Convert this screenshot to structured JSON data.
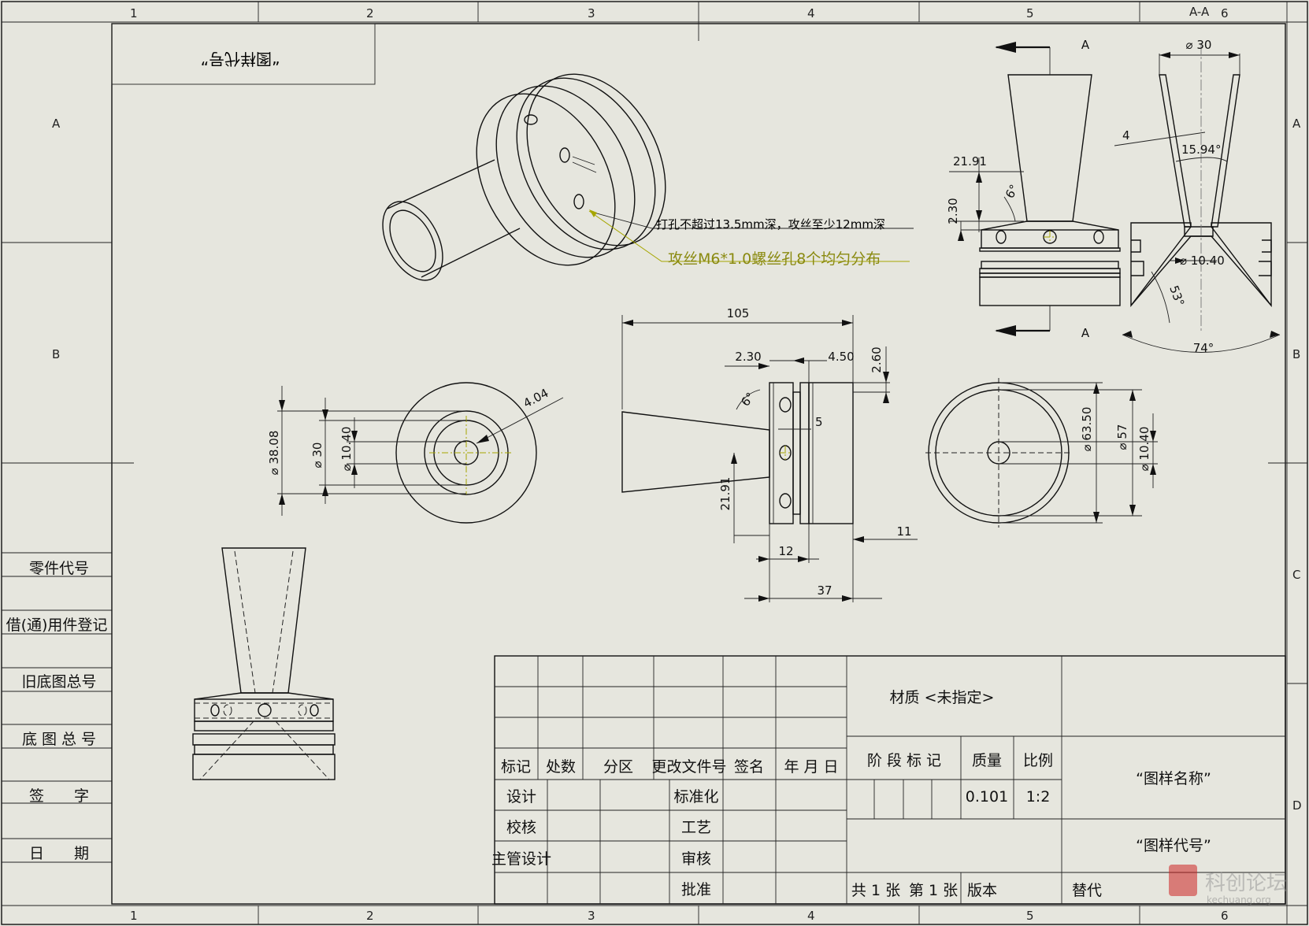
{
  "zones": {
    "columns": [
      "1",
      "2",
      "3",
      "4",
      "5",
      "6"
    ],
    "rows": [
      "A",
      "B",
      "C",
      "D"
    ],
    "section_label": "A-A"
  },
  "stamp_box": {
    "text": "“图样代号”"
  },
  "left_strip": {
    "labels": [
      "零件代号",
      "借(通)用件登记",
      "旧底图总号",
      "底 图 总 号",
      "签　　字",
      "日　　期"
    ]
  },
  "annotations": {
    "note_drill": "打孔不超过13.5mm深，攻丝至少12mm深",
    "note_tap": "攻丝M6*1.0螺丝孔8个均匀分布"
  },
  "section_marks": {
    "cut_label": "A"
  },
  "dimensions": {
    "front": {
      "d1": "⌀ 38.08",
      "d2": "⌀ 30",
      "d3": "⌀ 10.40",
      "r": "4.04"
    },
    "side": {
      "overall": "105",
      "d230": "2.30",
      "d450": "4.50",
      "d260": "2.60",
      "ang6": "6°",
      "d5": "5",
      "d2191": "21.91",
      "d12": "12",
      "d11": "11",
      "d37": "37"
    },
    "right": {
      "d1": "⌀ 63.50",
      "d2": "⌀ 57",
      "d3": "⌀ 10.40"
    },
    "topright": {
      "d2191": "21.91",
      "d230": "2.30",
      "ang6": "6°"
    },
    "section": {
      "d30": "⌀ 30",
      "w4": "4",
      "ang1594": "15.94°",
      "d1040": "⌀ 10.40",
      "ang53": "53°",
      "ang74": "74°"
    }
  },
  "title_block": {
    "material": "材质 <未指定>",
    "revision_headers": [
      "标记",
      "处数",
      "分区",
      "更改文件号",
      "签名",
      "年 月 日"
    ],
    "signoff_left": [
      "设计",
      "校核",
      "主管设计"
    ],
    "signoff_mid": [
      "标准化",
      "工艺",
      "审核",
      "批准"
    ],
    "stage_label": "阶 段 标 记",
    "mass_label": "质量",
    "scale_label": "比例",
    "mass_value": "0.101",
    "scale_value": "1:2",
    "drawing_name": "“图样名称”",
    "drawing_number": "“图样代号”",
    "sheets_total": "共 1 张",
    "sheet_current": "第 1 张",
    "version_label": "版本",
    "supersedes_label": "替代"
  },
  "watermark": {
    "text": "科创论坛",
    "url": "kechuang.org"
  }
}
